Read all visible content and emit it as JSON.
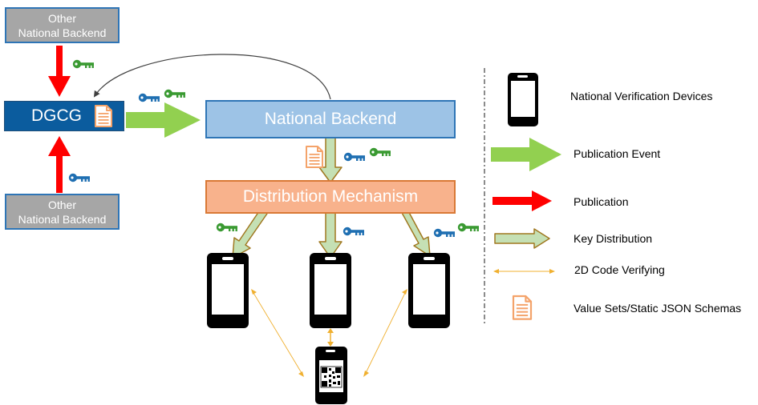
{
  "nodes": {
    "other_backend_top": [
      "Other",
      "National Backend"
    ],
    "other_backend_bottom": [
      "Other",
      "National Backend"
    ],
    "dgcg": "DGCG",
    "national_backend": "National Backend",
    "distribution_mechanism": "Distribution Mechanism"
  },
  "legend": {
    "devices": "National Verification Devices",
    "publication_event": "Publication Event",
    "publication": "Publication",
    "key_distribution": "Key Distribution",
    "code_verifying": "2D Code Verifying",
    "value_sets": "Value Sets/Static JSON Schemas"
  },
  "colors": {
    "dgcg": "#0b5c9e",
    "national_backend": "#9dc3e6",
    "distribution_mechanism": "#f8b28c",
    "other_backend": "#a6a6a6",
    "publication_arrow": "#ff0000",
    "event_arrow": "#92d050",
    "key_distribution_fill": "#c5e0b4",
    "key_distribution_stroke": "#a07820",
    "verify_arrow": "#f0b030",
    "key_blue": "#1f6fb2",
    "key_green": "#3a9a32",
    "document_icon": "#f4a36a"
  }
}
